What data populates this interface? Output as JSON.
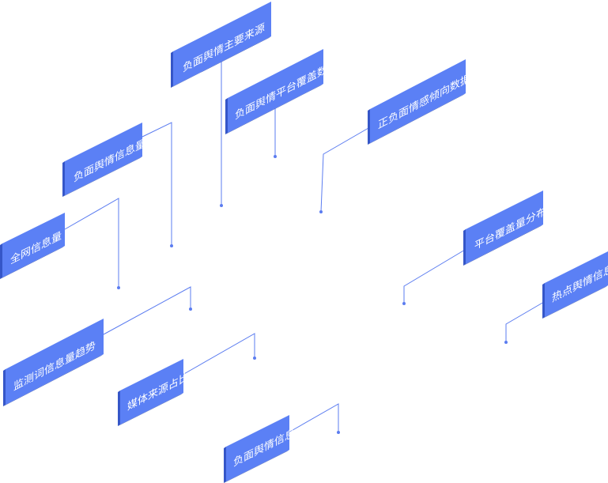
{
  "labels": {
    "negative_main_source": "负面舆情主要来源",
    "negative_platform_coverage": "负面舆情平台覆盖数",
    "sentiment_trend_data": "正负面情感倾向数据",
    "negative_info_volume": "负面舆情信息量",
    "web_info_volume": "全网信息量",
    "platform_coverage_distribution": "平台覆盖量分布",
    "hot_topic_info": "热点舆情信息",
    "monitor_keyword_trend": "监测词信息量趋势",
    "media_source_share": "媒体来源占比",
    "negative_info": "负面舆情信息"
  },
  "colors": {
    "box_face": "#5b80f5",
    "box_side": "#3556c8",
    "connector": "#5b7cf0",
    "text": "#ffffff"
  }
}
